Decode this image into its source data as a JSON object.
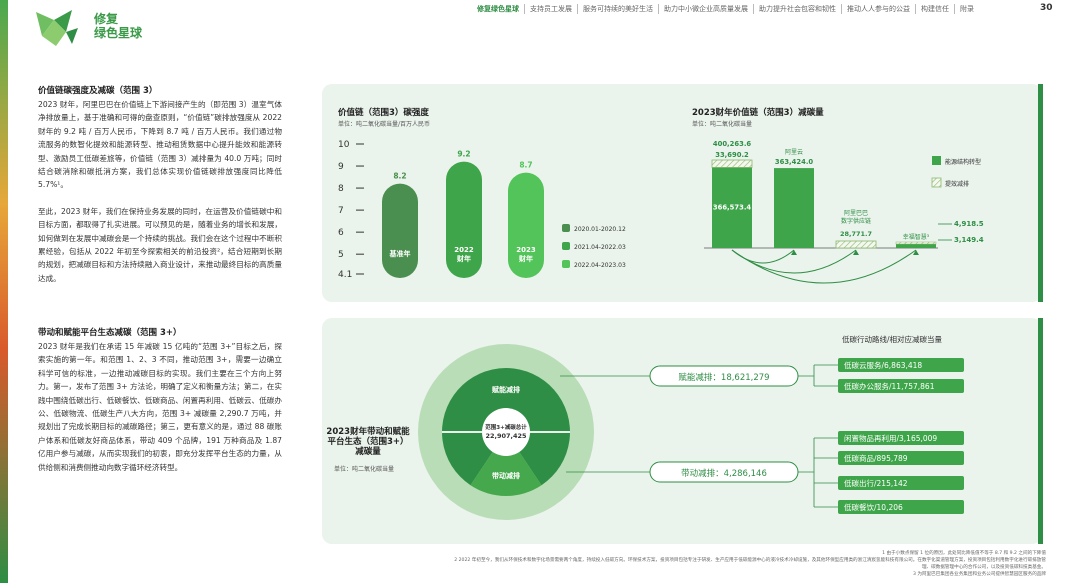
{
  "header": {
    "brand_line1": "修复",
    "brand_line2": "绿色星球",
    "nav": [
      "修复绿色星球",
      "支持员工发展",
      "服务可持续的美好生活",
      "助力中小微企业高质量发展",
      "助力提升社会包容和韧性",
      "推动人人参与的公益",
      "构建信任",
      "附录"
    ],
    "page_number": "30"
  },
  "section1": {
    "title": "价值链碳强度及减碳（范围 3）",
    "para1": "2023 财年，阿里巴巴在价值链上下游间接产生的（即范围 3）温室气体净排放量上，基于准确和可得的盘查原则，“价值链”碳排放强度从 2022 财年的 9.2 吨 / 百万人民币，下降到 8.7 吨 / 百万人民币。我们通过物流服务的数智化提效和能源转型、推动租赁数据中心提升能效和能源转型、激励员工低碳差旅等，价值链（范围 3）减排量为 40.0 万吨；同时结合碳消除和碳抵消方案，我们总体实现价值链碳排放强度同比降低 5.7%¹。",
    "para2": "至此，2023 财年，我们在保持业务发展的同时，在运营及价值链碳中和目标方面，都取得了扎实进展。可以预见的是，随着业务的增长和发展，如何做到在发展中减碳会是一个持续的挑战。我们会在这个过程中不断积累经验，包括从 2022 年初至今探索相关的前沿投资²，结合短期到长期的规划，把减碳目标和方法持续融入商业设计，来推动最终目标的高质量达成。"
  },
  "section2": {
    "title": "带动和赋能平台生态减碳（范围 3+）",
    "para": "2023 财年是我们在承诺 15 年减碳 15 亿吨的“范围 3+”目标之后，探索实施的第一年。和范围 1、2、3 不同，推动范围 3+，需要一边确立科学可信的标准，一边推动减碳目标的实现。我们主要在三个方向上努力。第一，发布了范围 3+ 方法论，明确了定义和衡量方法；第二，在实践中围绕低碳出行、低碳餐饮、低碳商品、闲置再利用、低碳云、低碳办公、低碳物流、低碳生产八大方向，范围 3+ 减碳量 2,290.7 万吨，并规划出了完成长期目标的减碳路径；第三，更有意义的是，通过 88 碳账户体系和低碳友好商品体系，带动 409 个品牌，191 万种商品及 1.87 亿用户参与减碳，从而实现我们的初衷，即充分发挥平台生态的力量，从供给侧和消费侧推动向数字循环经济转型。"
  },
  "chart_data": [
    {
      "type": "bar",
      "title": "价值链（范围3）碳强度",
      "unit": "单位：吨二氧化碳当量/百万人民币",
      "categories": [
        "基准年",
        "2022 财年",
        "2023 财年"
      ],
      "values": [
        8.2,
        9.2,
        8.7
      ],
      "yticks": [
        "10",
        "9",
        "8",
        "7",
        "6",
        "5",
        "4.1"
      ],
      "ylim": [
        4.1,
        10
      ],
      "legend": [
        "2020.01-2020.12",
        "2021.04-2022.03",
        "2022.04-2023.03"
      ],
      "colors": [
        "#4a8f4f",
        "#3fa54a",
        "#52c45a"
      ]
    },
    {
      "type": "bar",
      "title": "2023财年价值链（范围3）减碳量",
      "unit": "单位：吨二氧化碳当量",
      "bars": [
        {
          "total_label": "400,263.6",
          "top_label": "33,690.2",
          "base_label": "366,573.4",
          "base": 366573.4,
          "top": 33690.2
        },
        {
          "name": "阿里云",
          "total_label": "363,424.0",
          "base": 363424.0,
          "top": 0
        },
        {
          "name": "阿里巴巴数字供应链",
          "total_label": "28,771.7",
          "base": 0,
          "top": 28771.7
        },
        {
          "name": "幸福智慧",
          "total_label": "",
          "base": 3149.4,
          "top": 4918.5
        }
      ],
      "side_labels": [
        "4,918.5",
        "3,149.4"
      ],
      "legend": [
        "能源结构转型",
        "提效减排"
      ]
    },
    {
      "type": "pie",
      "title": "2023财年带动和赋能平台生态（范围3+）减碳量",
      "unit": "单位：吨二氧化碳当量",
      "center_label": "范围3+减碳总计",
      "center_value": "22,907,425",
      "inner_labels": [
        "赋能减排",
        "带动减排"
      ],
      "segments": [
        {
          "name": "赋能减排",
          "value": 18621279,
          "label": "赋能减排：18,621,279"
        },
        {
          "name": "带动减排",
          "value": 4286146,
          "label": "带动减排：4,286,146"
        }
      ],
      "routes_title": "低碳行动路线/相对应减碳当量",
      "routes_enable": [
        "低碳云服务/6,863,418",
        "低碳办公服务/11,757,861"
      ],
      "routes_drive": [
        "闲置物品再利用/3,165,009",
        "低碳商品/895,789",
        "低碳出行/215,142",
        "低碳餐饮/10,206"
      ]
    }
  ],
  "footnotes": {
    "note1": "1 由于小数点保留 1 位的原因，此处同比降低值不等于 8.7 和 9.2 之间的下降值",
    "note2": "2 2022 年初至今，我们从环保技术和数字化场景需要两个角度，持续投入低碳方向。环保技术方案，投资项目包括专注于研发、生产应用于低碳能源中心的液冷技术冷却设施，及其他环保型应用类的浙江清宸氢能科技有限公司。在数字化渠道管理方案，投资项目包括利用数字化进行碳排放管理、碳数据管理中心的合作公司，以及投资低碳科技类基金。",
    "note3": "3 为阿里巴巴集团各业务集团和业务公司提供智慧园区服务的品牌"
  }
}
